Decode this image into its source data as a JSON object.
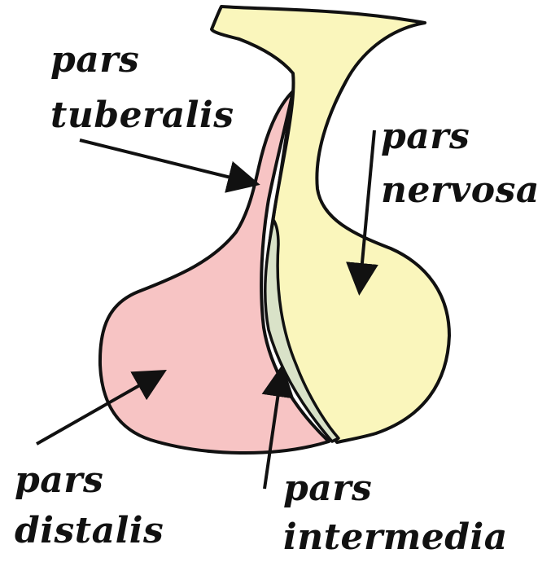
{
  "diagram": {
    "colors": {
      "nervosa": "#FAF6BC",
      "distalis": "#F7C4C4",
      "intermedia": "#D9E2C8",
      "outline": "#111111",
      "arrow": "#111111"
    },
    "labels": {
      "tuberalis": {
        "line1": "pars",
        "line2": "tuberalis"
      },
      "nervosa": {
        "line1": "pars",
        "line2": "nervosa"
      },
      "distalis": {
        "line1": "pars",
        "line2": "distalis"
      },
      "intermedia": {
        "line1": "pars",
        "line2": "intermedia"
      }
    }
  }
}
